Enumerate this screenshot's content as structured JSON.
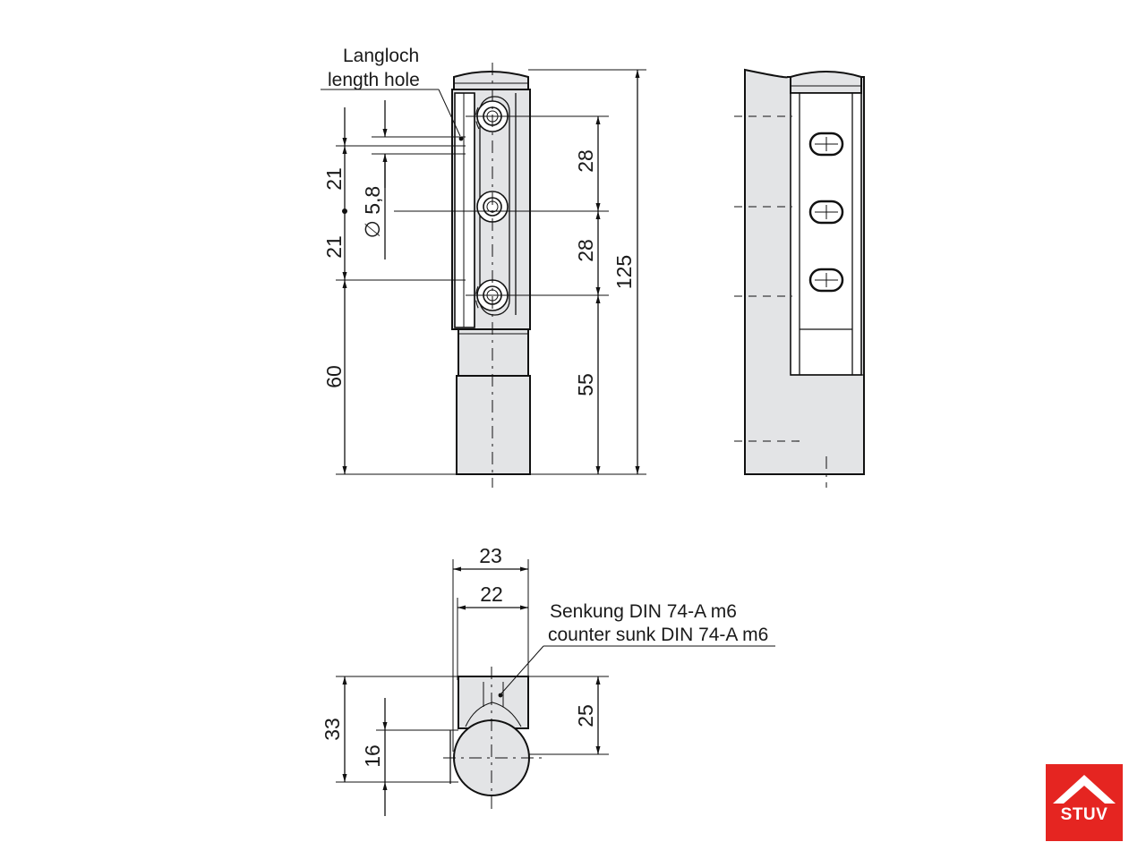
{
  "labels": {
    "hole_de": "Langloch",
    "hole_en": "length hole",
    "countersink_de": "Senkung DIN 74-A m6",
    "countersink_en": "counter sunk DIN 74-A m6"
  },
  "dimensions": {
    "d21_top": "21",
    "diameter": "∅ 5,8",
    "d21_bottom": "21",
    "d60": "60",
    "d28_top": "28",
    "d28_bottom": "28",
    "d55": "55",
    "d125": "125",
    "d23": "23",
    "d22": "22",
    "d33": "33",
    "d16": "16",
    "d25": "25"
  },
  "logo": {
    "text": "STUV",
    "color": "#e52521"
  }
}
